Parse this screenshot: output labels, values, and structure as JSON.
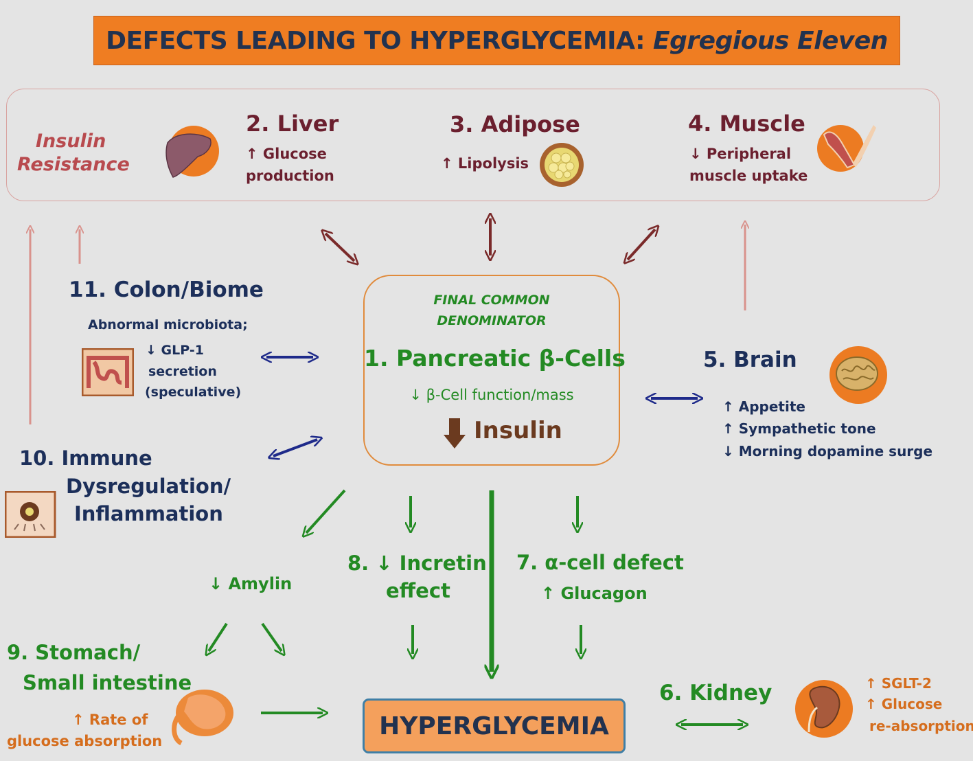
{
  "title": {
    "main": "DEFECTS LEADING TO HYPERGLYCEMIA:",
    "italic": "Egregious Eleven"
  },
  "insulin_resistance": {
    "line1": "Insulin",
    "line2": "Resistance"
  },
  "liver": {
    "title": "2. Liver",
    "line1": "↑ Glucose",
    "line2": "production"
  },
  "adipose": {
    "title": "3. Adipose",
    "line1": "↑ Lipolysis"
  },
  "muscle": {
    "title": "4. Muscle",
    "line1": "↓ Peripheral",
    "line2": "muscle uptake"
  },
  "colon": {
    "title": "11. Colon/Biome",
    "line1": "Abnormal  microbiota;",
    "line2": "↓ GLP-1",
    "line3": "secretion",
    "line4": "(speculative)"
  },
  "center": {
    "line1": "FINAL COMMON",
    "line2": "DENOMINATOR",
    "title": "1. Pancreatic β-Cells",
    "sub": "↓ β-Cell function/mass",
    "insulin": "Insulin"
  },
  "brain": {
    "title": "5. Brain",
    "line1": "↑  Appetite",
    "line2": "↑ Sympathetic tone",
    "line3": "↓ Morning dopamine surge"
  },
  "immune": {
    "line1": "10. Immune",
    "line2": "Dysregulation/",
    "line3": "Inflammation"
  },
  "amylin": "↓ Amylin",
  "incretin": {
    "line1": "8. ↓ Incretin",
    "line2": "effect"
  },
  "alpha": {
    "line1": "7. α-cell defect",
    "line2": "↑ Glucagon"
  },
  "stomach": {
    "line1": "9. Stomach/",
    "line2": "Small intestine",
    "line3": "↑ Rate of",
    "line4": "glucose absorption"
  },
  "kidney": {
    "title": "6.  Kidney",
    "line1": "↑ SGLT-2",
    "line2": "↑ Glucose",
    "line3": "re-absorption"
  },
  "hyperglycemia": "HYPERGLYCEMIA",
  "colors": {
    "title_bg": "#ef7d22",
    "maroon": "#6b1f2e",
    "navy": "#1c2f5a",
    "green": "#238a23",
    "orange": "#d56d1d",
    "pink_arrow": "#d9928c"
  }
}
